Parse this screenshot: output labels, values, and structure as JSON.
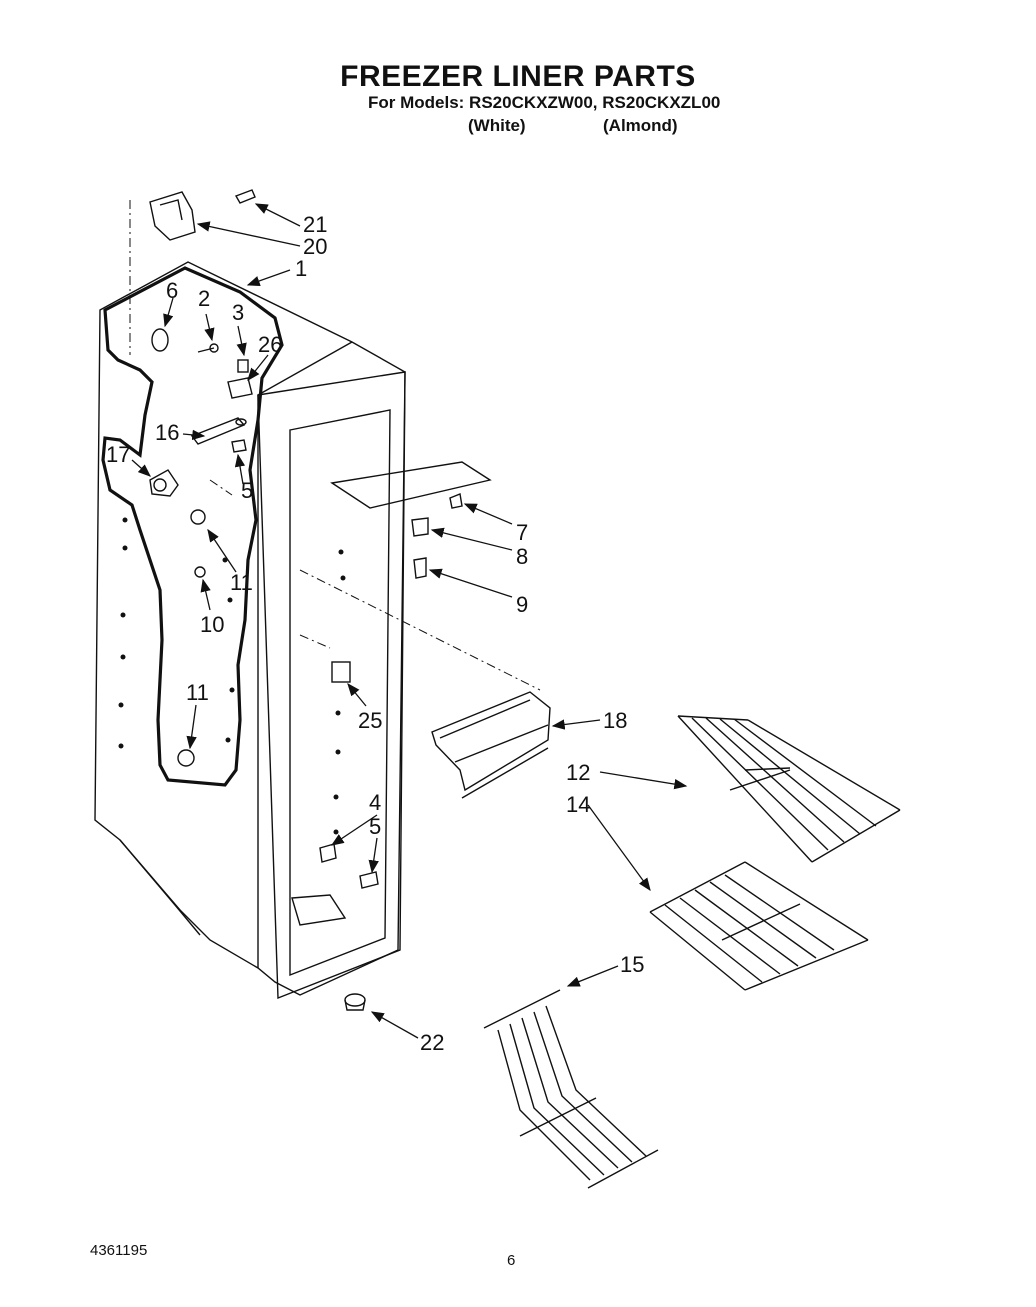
{
  "header": {
    "title": "FREEZER LINER PARTS",
    "models_line": "For Models: RS20CKXZW00, RS20CKXZL00",
    "variant_white": "(White)",
    "variant_almond": "(Almond)"
  },
  "callouts": {
    "c1": "1",
    "c2": "2",
    "c3": "3",
    "c4": "4",
    "c5a": "5",
    "c5b": "5",
    "c6": "6",
    "c7": "7",
    "c8": "8",
    "c9": "9",
    "c10": "10",
    "c11a": "11",
    "c11b": "11",
    "c12": "12",
    "c14": "14",
    "c15": "15",
    "c16": "16",
    "c17": "17",
    "c18": "18",
    "c20": "20",
    "c21": "21",
    "c22": "22",
    "c25": "25",
    "c26": "26"
  },
  "footer": {
    "doc_number": "4361195",
    "page_number": "6"
  }
}
